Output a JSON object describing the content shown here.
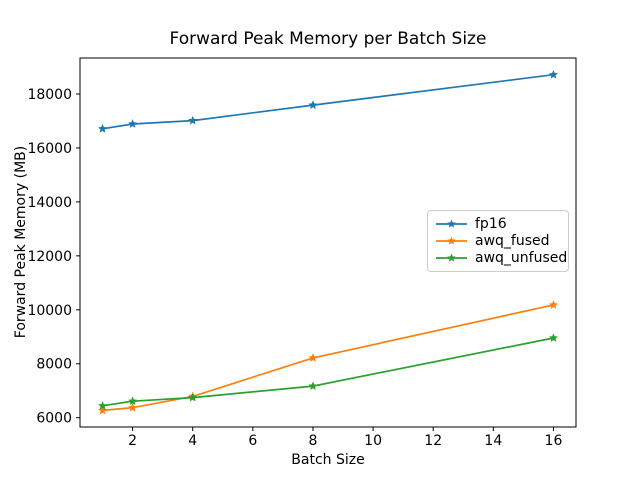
{
  "figure": {
    "background_color": "#ffffff",
    "text_color": "#000000",
    "spine_color": "#000000",
    "legend_border_color": "#cccccc"
  },
  "chart_data": {
    "type": "line",
    "title": "Forward Peak Memory per Batch Size",
    "xlabel": "Batch Size",
    "ylabel": "Forward Peak Memory (MB)",
    "x": [
      1,
      2,
      4,
      8,
      16
    ],
    "series": [
      {
        "name": "fp16",
        "color": "#1f77b4",
        "marker": "star",
        "values": [
          16710,
          16890,
          17015,
          17590,
          18715
        ]
      },
      {
        "name": "awq_fused",
        "color": "#ff7f0e",
        "marker": "star",
        "values": [
          6270,
          6370,
          6790,
          8215,
          10180
        ]
      },
      {
        "name": "awq_unfused",
        "color": "#2ca02c",
        "marker": "star",
        "values": [
          6440,
          6610,
          6745,
          7170,
          8955
        ]
      }
    ],
    "xlim": [
      0.25,
      16.75
    ],
    "ylim": [
      5655,
      19335
    ],
    "xticks": [
      2,
      4,
      6,
      8,
      10,
      12,
      14,
      16
    ],
    "yticks": [
      6000,
      8000,
      10000,
      12000,
      14000,
      16000,
      18000
    ],
    "grid": false,
    "legend_position": "center-right"
  }
}
